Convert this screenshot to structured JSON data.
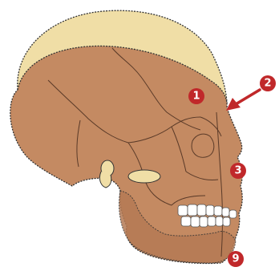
{
  "markers": [
    {
      "id": "1",
      "label": "1"
    },
    {
      "id": "2",
      "label": "2"
    },
    {
      "id": "3",
      "label": "3"
    },
    {
      "id": "9",
      "label": "9"
    }
  ],
  "colors": {
    "cranium_cap": "#f0dea6",
    "bone": "#c48a62",
    "bone_shade": "#b57a54",
    "outline": "#333333",
    "suture": "#5a3a28",
    "marker": "#c0282a",
    "arrow": "#c0282a",
    "teeth": "#ffffff"
  }
}
